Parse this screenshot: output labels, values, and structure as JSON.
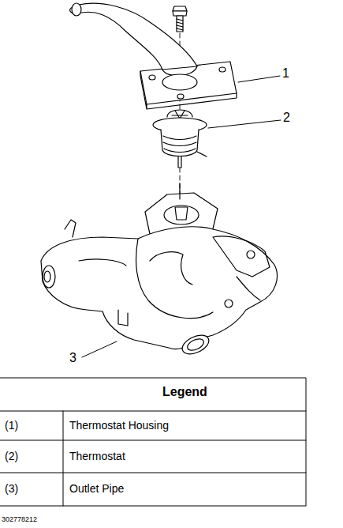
{
  "diagram": {
    "labels": [
      "1",
      "2",
      "3",
      "Legend",
      "(1)",
      "Thermostat Housing",
      "(2)",
      "Thermostat",
      "(3)",
      "Outlet Pipe",
      "302778212"
    ]
  }
}
